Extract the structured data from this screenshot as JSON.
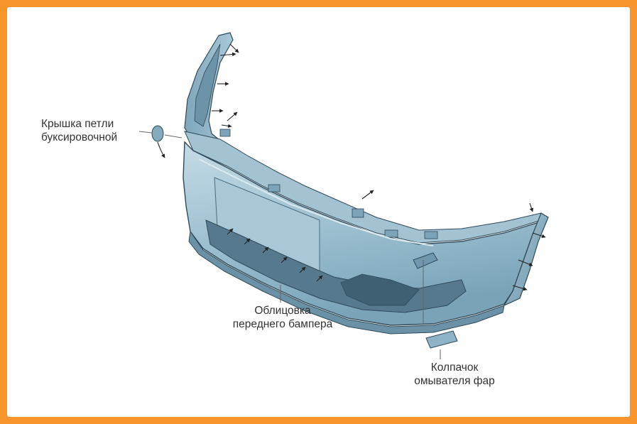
{
  "labels": {
    "tow_hook_cover": [
      "Крышка петли",
      "буксировочной"
    ],
    "bumper_cover": [
      "Облицовка",
      "переднего бампера"
    ],
    "washer_cap": [
      "Колпачок",
      "омывателя фар"
    ]
  },
  "colors": {
    "frame_border": "#f7942b",
    "background": "#ffffff",
    "bumper_fill": "#8fb3c6",
    "bumper_light": "#b9d2de",
    "bumper_dark": "#5d8297",
    "outline": "#2f4a5a",
    "leader_line": "#666666",
    "text": "#333333"
  }
}
